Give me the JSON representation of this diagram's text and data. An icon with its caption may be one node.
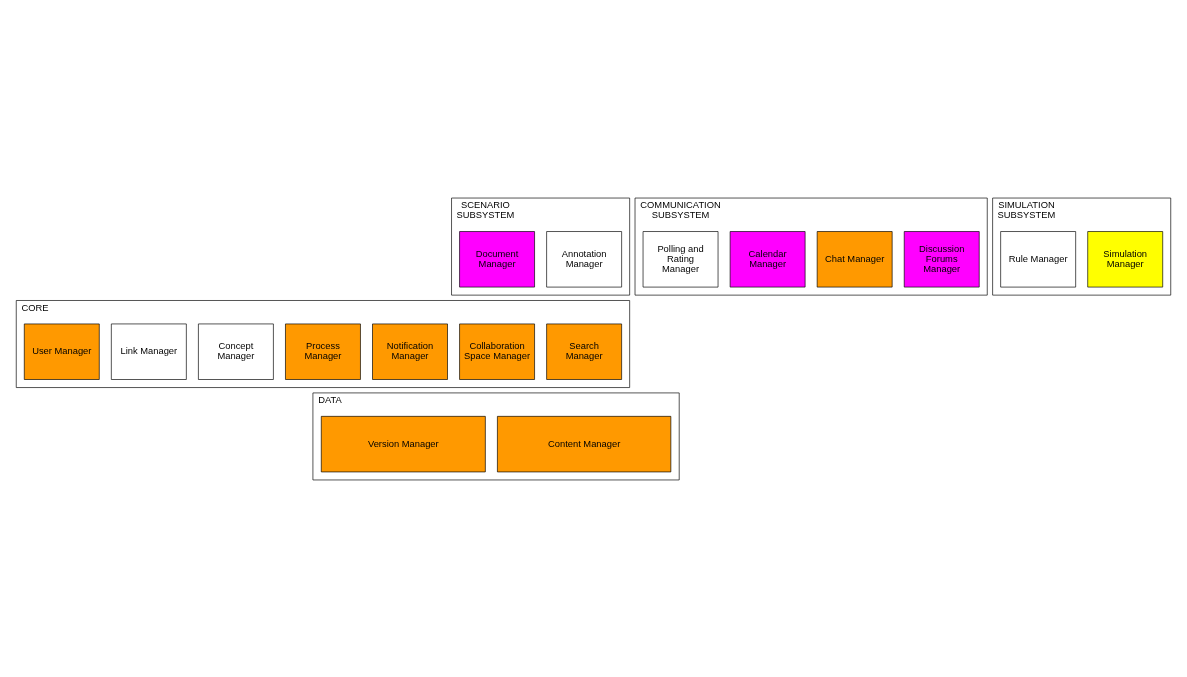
{
  "diagram": {
    "nodes": [
      {
        "text": [
          "SCENARIO SUBSYSTEM"
        ]
      },
      {
        "text": [
          "Annotation Manager"
        ],
        "in": 0
      },
      {
        "text": [
          "Document Manager"
        ],
        "in": 0
      },
      {
        "text": [
          "COMMUNICATION SUBSYSTEM"
        ]
      },
      {
        "text": [
          "Discussion Forums Manager"
        ],
        "in": 3
      },
      {
        "text": [
          "Chat Manager"
        ],
        "in": 3
      },
      {
        "text": [
          "Calendar Manager"
        ],
        "in": 3
      },
      {
        "text": [
          "Polling and Rating Manager"
        ],
        "in": 3
      },
      {
        "text": [
          "SIMULATION SUBSYSTEM"
        ]
      },
      {
        "text": [
          "Simulation Manager"
        ],
        "in": 8
      },
      {
        "text": [
          "Rule Manager"
        ],
        "in": 8
      },
      {
        "text": [
          "CORE"
        ]
      },
      {
        "text": [
          "Search Manager"
        ],
        "in": 11
      },
      {
        "text": [
          "Collaboration Space Manager"
        ],
        "in": 11
      },
      {
        "text": [
          "Notification Manager"
        ],
        "in": 11
      },
      {
        "text": [
          "Process Manager"
        ],
        "in": 11
      },
      {
        "text": [
          "Concept Manager"
        ],
        "in": 11
      },
      {
        "text": [
          "Link Manager"
        ],
        "in": 11
      },
      {
        "text": [
          "User Manager"
        ],
        "in": 11
      },
      {
        "text": [
          "DATA"
        ]
      },
      {
        "text": [
          "Content Manager"
        ],
        "in": 19
      },
      {
        "text": [
          "Version Manager"
        ],
        "in": 19
      }
    ]
  }
}
